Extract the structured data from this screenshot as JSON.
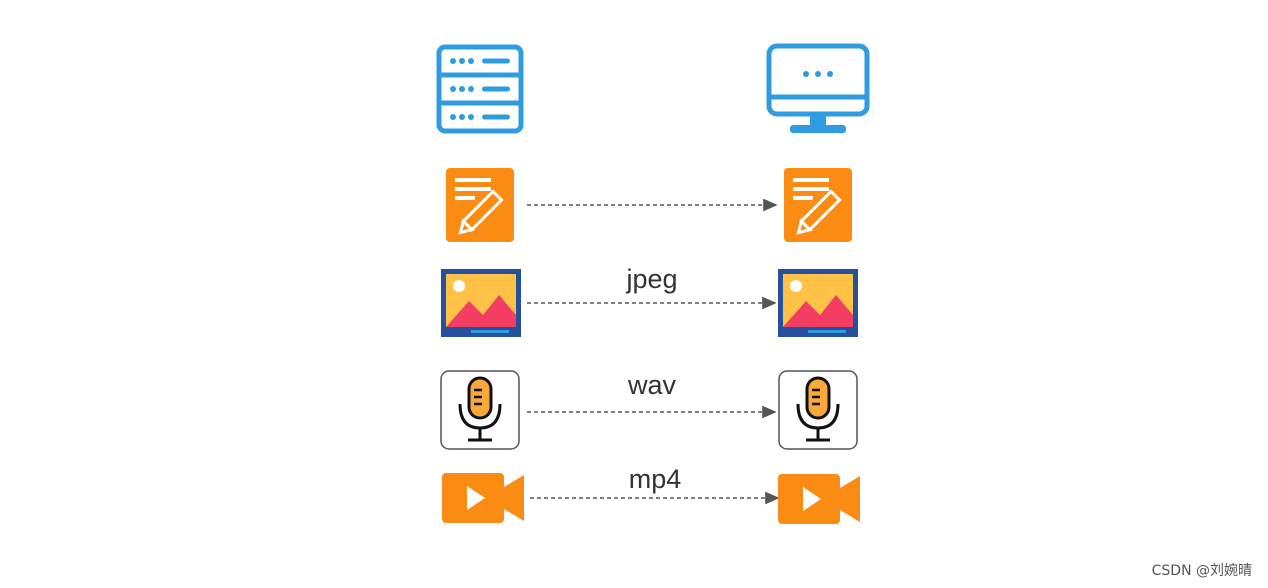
{
  "labels": {
    "image": "jpeg",
    "audio": "wav",
    "video": "mp4"
  },
  "icons": {
    "server": "server-icon",
    "client": "monitor-icon",
    "document": "document-edit-icon",
    "image": "image-icon",
    "audio": "microphone-icon",
    "video": "video-camera-icon"
  },
  "colors": {
    "blue": "#2f9be0",
    "orange": "#fb8c13",
    "dark_blue": "#24509e",
    "yellow": "#ffc247",
    "red": "#f33d63",
    "arrow": "#555555"
  },
  "watermark": "CSDN @刘婉晴"
}
